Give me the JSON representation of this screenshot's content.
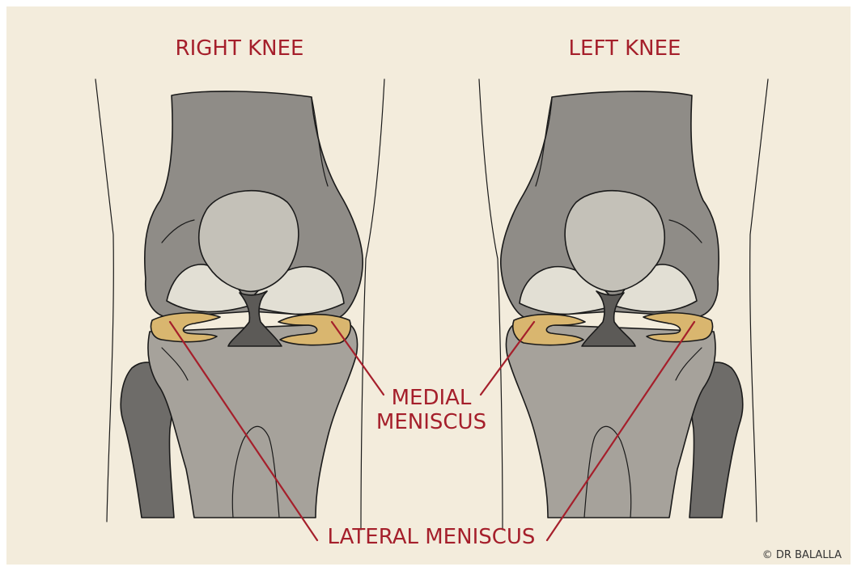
{
  "titles": {
    "right_knee": "RIGHT KNEE",
    "left_knee": "LEFT KNEE"
  },
  "labels": {
    "medial_line1": "MEDIAL",
    "medial_line2": "MENISCUS",
    "lateral": "LATERAL MENISCUS"
  },
  "credit": "© DR BALALLA",
  "colors": {
    "background": "#f3ecdc",
    "label_red": "#a51f2b",
    "bone_dark": "#8f8c87",
    "bone_mid": "#a6a29b",
    "patella": "#c4c1b8",
    "cartilage": "#e2dfd4",
    "fibula": "#6e6c69",
    "meniscus": "#d9b66f",
    "ligament": "#5c5a57"
  }
}
